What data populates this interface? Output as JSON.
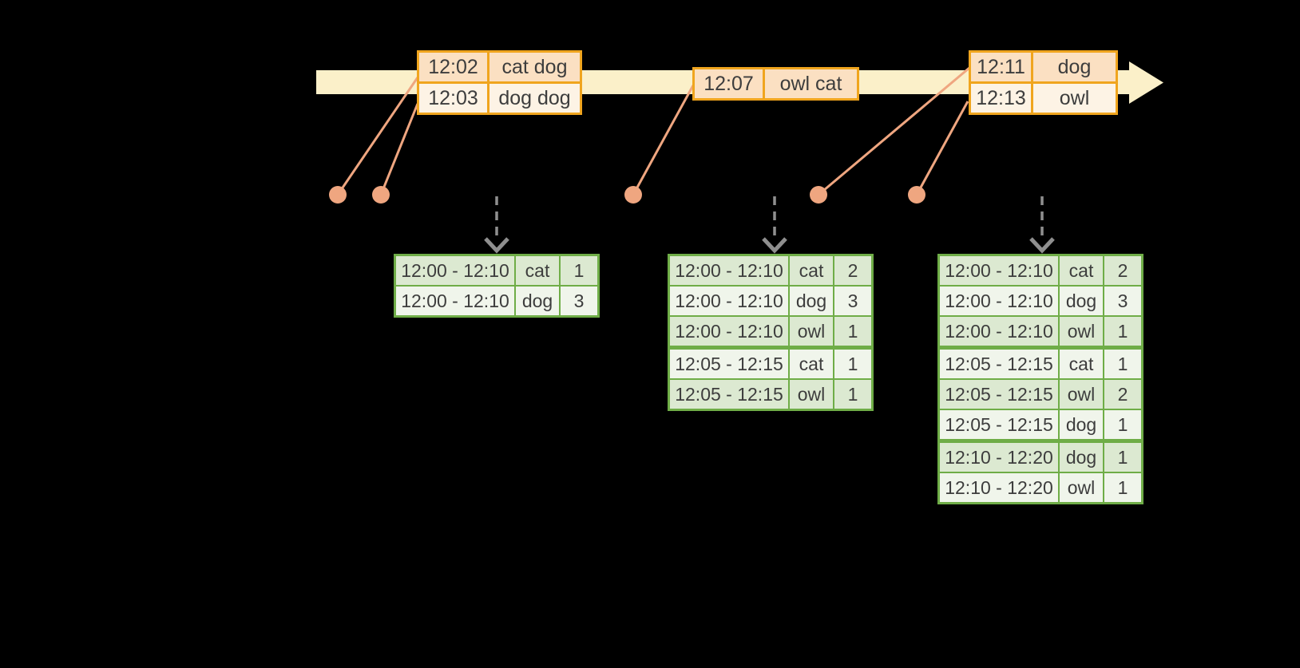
{
  "colors": {
    "bg": "#000000",
    "band": "#FBF0C9",
    "amber": "#F0A51E",
    "peach": "#FBE0C2",
    "cream": "#FDF3E5",
    "salmon": "#EFA680",
    "gray": "#8F8F8F",
    "green": "#6FAD47",
    "green_cell": "#DCE9D1",
    "light_cell": "#F0F5EB",
    "ink": "#3D3D3D"
  },
  "timeline_events": [
    {
      "rows": [
        {
          "time": "12:02",
          "words": "cat dog"
        },
        {
          "time": "12:03",
          "words": "dog dog"
        }
      ]
    },
    {
      "rows": [
        {
          "time": "12:07",
          "words": "owl cat"
        }
      ]
    },
    {
      "rows": [
        {
          "time": "12:11",
          "words": "dog"
        },
        {
          "time": "12:13",
          "words": "owl"
        }
      ]
    }
  ],
  "result_tables": [
    {
      "rows": [
        {
          "window": "12:00 - 12:10",
          "word": "cat",
          "count": "1"
        },
        {
          "window": "12:00 - 12:10",
          "word": "dog",
          "count": "3"
        }
      ]
    },
    {
      "rows": [
        {
          "window": "12:00 - 12:10",
          "word": "cat",
          "count": "2"
        },
        {
          "window": "12:00 - 12:10",
          "word": "dog",
          "count": "3"
        },
        {
          "window": "12:00 - 12:10",
          "word": "owl",
          "count": "1"
        },
        {
          "window": "12:05 - 12:15",
          "word": "cat",
          "count": "1"
        },
        {
          "window": "12:05 - 12:15",
          "word": "owl",
          "count": "1"
        }
      ]
    },
    {
      "rows": [
        {
          "window": "12:00 - 12:10",
          "word": "cat",
          "count": "2"
        },
        {
          "window": "12:00 - 12:10",
          "word": "dog",
          "count": "3"
        },
        {
          "window": "12:00 - 12:10",
          "word": "owl",
          "count": "1"
        },
        {
          "window": "12:05 - 12:15",
          "word": "cat",
          "count": "1"
        },
        {
          "window": "12:05 - 12:15",
          "word": "owl",
          "count": "2"
        },
        {
          "window": "12:05 - 12:15",
          "word": "dog",
          "count": "1"
        },
        {
          "window": "12:10 - 12:20",
          "word": "dog",
          "count": "1"
        },
        {
          "window": "12:10 - 12:20",
          "word": "owl",
          "count": "1"
        }
      ]
    }
  ]
}
